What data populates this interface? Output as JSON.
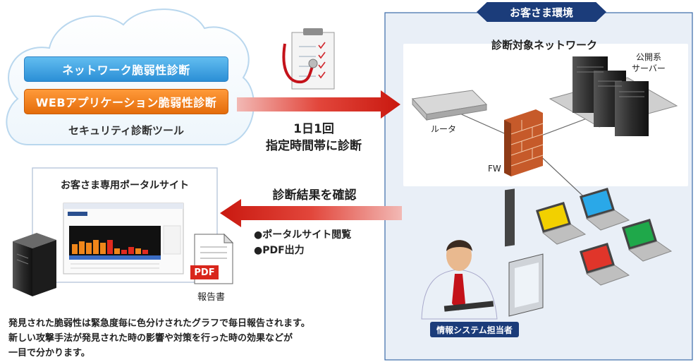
{
  "cloud": {
    "network_scan": "ネットワーク脆弱性診断",
    "web_scan": "WEBアプリケーション脆弱性診断",
    "tool_label": "セキュリティ診断ツール"
  },
  "schedule": {
    "line1": "1日1回",
    "line2": "指定時間帯に診断"
  },
  "results": {
    "title": "診断結果を確認",
    "bullet1": "●ポータルサイト閲覧",
    "bullet2": "●PDF出力"
  },
  "environment": {
    "title": "お客さま環境",
    "network_title": "診断対象ネットワーク",
    "router": "ルータ",
    "fw": "FW",
    "public_server_line1": "公開系",
    "public_server_line2": "サーバー",
    "it_staff": "情報システム担当者"
  },
  "portal": {
    "title": "お客さま専用ポータルサイト",
    "pdf": "PDF",
    "report": "報告書"
  },
  "description": {
    "line1": "発見された脆弱性は緊急度毎に色分けされたグラフで毎日報告されます。",
    "line2": "新しい攻撃手法が発見された時の影響や対策を行った時の効果などが",
    "line3": "一目で分かります。"
  },
  "colors": {
    "navy": "#1b3c7a",
    "blue_pill": "#2b8fd6",
    "orange_pill": "#e46c0a",
    "arrow_red": "#d9261c",
    "env_bg": "#e9eff7"
  }
}
